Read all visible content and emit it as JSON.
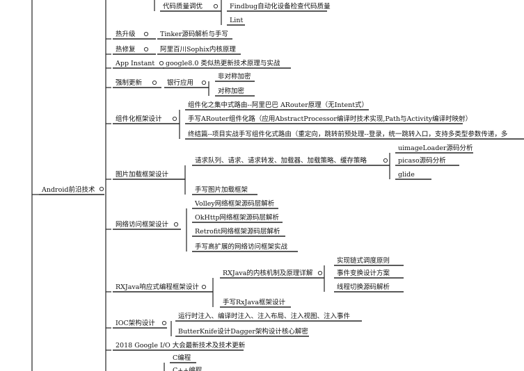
{
  "root": {
    "label": "Android前沿技术"
  },
  "top_partial": {
    "parent_label": "代码质量调优",
    "children": [
      "Findbug自动化设备检查代码质量",
      "Lint"
    ]
  },
  "branches": [
    {
      "id": "hot-upgrade",
      "label": "热升级",
      "children": [
        {
          "label": "Tinker源码解析与手写"
        }
      ]
    },
    {
      "id": "hot-fix",
      "label": "热修复",
      "children": [
        {
          "label": "阿里百川Sophix内核原理"
        }
      ]
    },
    {
      "id": "app-instant",
      "label": "App Instant",
      "children": [
        {
          "label": "google8.0 类似热更新技术原理与实战"
        }
      ]
    },
    {
      "id": "force-update",
      "label": "强制更新",
      "children": [
        {
          "label": "银行应用",
          "children": [
            {
              "label": "非对称加密"
            },
            {
              "label": "对称加密"
            }
          ]
        }
      ]
    },
    {
      "id": "componentization",
      "label": "组件化框架设计",
      "children": [
        {
          "label": "组件化之集中式路由--阿里巴巴 ARouter原理（无Intent式）"
        },
        {
          "label": "手写ARouter组件化路（应用AbstractProcessor编译时技术实现,Path与Activity编译时映射）"
        },
        {
          "label": "终结篇--项目实战手写组件化式路由（重定向，跳转前预处理--登录，统一跳转入口，支持多类型参数传递，多"
        }
      ]
    },
    {
      "id": "image-loading",
      "label": "图片加载框架设计",
      "children": [
        {
          "label": "请求队列、请求、请求转发、加载器、加载策略、缓存策略",
          "children": [
            {
              "label": "uimageLoader源码分析"
            },
            {
              "label": "picaso源码分析"
            },
            {
              "label": "glide"
            }
          ]
        },
        {
          "label": "手写图片加载框架"
        }
      ]
    },
    {
      "id": "network",
      "label": "网络访问框架设计",
      "children": [
        {
          "label": "Volley网络框架源码层解析"
        },
        {
          "label": "OkHttp网络框架源码层解析"
        },
        {
          "label": "Retrofit网络框架源码层解析"
        },
        {
          "label": "手写高扩展的网络访问框架实战"
        }
      ]
    },
    {
      "id": "rxjava",
      "label": "RXJava响应式编程框架设计",
      "children": [
        {
          "label": "RXJava的内核机制及原理详解",
          "children": [
            {
              "label": "实现链式调度原则"
            },
            {
              "label": "事件变换设计方案"
            },
            {
              "label": "线程切换源码解析"
            }
          ]
        },
        {
          "label": "手写RxJava框架设计"
        }
      ]
    },
    {
      "id": "ioc",
      "label": "IOC架构设计",
      "children": [
        {
          "label": "运行时注入、编译时注入、注入布局、注入视图、注入事件"
        },
        {
          "label": "ButterKnife设计Dagger架构设计核心解密"
        }
      ]
    },
    {
      "id": "google-io",
      "label": "2018 Google I/O 大会最新技术及技术更新",
      "children": []
    }
  ],
  "bottom_partial": {
    "labels": [
      "C编程",
      "C++编程"
    ]
  },
  "colors": {
    "line": "#222222",
    "text": "#111111",
    "background": "#ffffff"
  }
}
